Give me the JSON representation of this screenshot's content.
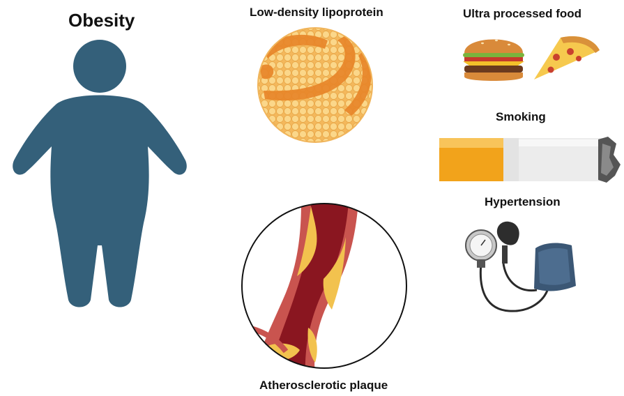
{
  "labels": {
    "obesity": "Obesity",
    "ldl": "Low-density lipoprotein",
    "food": "Ultra processed food",
    "smoking": "Smoking",
    "hypertension": "Hypertension",
    "plaque": "Atherosclerotic plaque"
  },
  "colors": {
    "body": "#34607a",
    "ldl_sphere": "#f7c56c",
    "ldl_band": "#e8862a",
    "artery_wall": "#c9544f",
    "artery_lumen": "#8a1620",
    "plaque": "#f2c24e",
    "cigarette_filter": "#f2a31b",
    "cigarette_paper": "#e6e6e6",
    "cuff": "#3b5775"
  },
  "icons": [
    "obesity-figure",
    "ldl-particle",
    "burger-icon",
    "pizza-slice-icon",
    "cigarette-icon",
    "artery-cross-section",
    "sphygmomanometer-icon"
  ]
}
